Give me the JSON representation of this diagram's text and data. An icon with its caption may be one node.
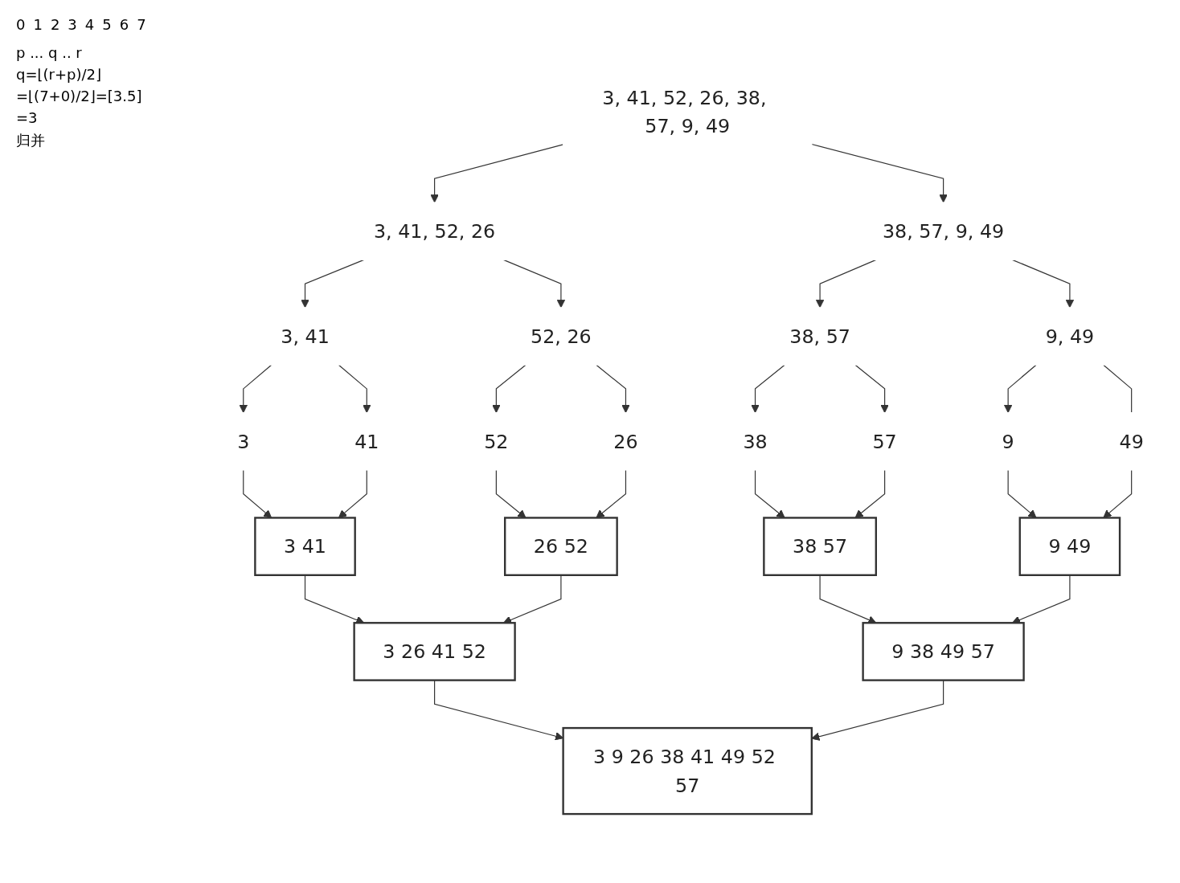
{
  "diagram": {
    "nodes": [
      {
        "text": [
          "3, 41, 52, 26, 38, 57, 9, 49"
        ]
      },
      {
        "text": [
          "3, 41, 52, 26"
        ]
      },
      {
        "text": [
          "38, 57, 9, 49"
        ]
      },
      {
        "text": [
          "3, 41"
        ]
      },
      {
        "text": [
          "52, 26"
        ]
      },
      {
        "text": [
          "38, 57"
        ]
      },
      {
        "text": [
          "9, 49"
        ]
      },
      {
        "text": [
          "3"
        ]
      },
      {
        "text": [
          "41"
        ]
      },
      {
        "text": [
          "52"
        ]
      },
      {
        "text": [
          "26"
        ]
      },
      {
        "text": [
          "38"
        ]
      },
      {
        "text": [
          "57"
        ]
      },
      {
        "text": [
          "9"
        ]
      },
      {
        "text": [
          "49"
        ]
      },
      {
        "text": [
          "3 41"
        ]
      },
      {
        "text": [
          "26 52"
        ]
      },
      {
        "text": [
          "38 57"
        ]
      },
      {
        "text": [
          "9 49"
        ]
      },
      {
        "text": [
          "3 26 41 52"
        ]
      },
      {
        "text": [
          "9 38 49 57"
        ]
      },
      {
        "text": [
          "3 9 26 38 41 49 52 57"
        ]
      }
    ],
    "edges": [
      {
        "from": 0,
        "to": 1,
        "arrow": "to"
      },
      {
        "from": 0,
        "to": 2,
        "arrow": "to"
      },
      {
        "from": 1,
        "to": 3,
        "arrow": "to"
      },
      {
        "from": 1,
        "to": 4,
        "arrow": "to"
      },
      {
        "from": 2,
        "to": 5,
        "arrow": "to"
      },
      {
        "from": 2,
        "to": 6,
        "arrow": "to"
      },
      {
        "from": 3,
        "to": 7,
        "arrow": "to"
      },
      {
        "from": 3,
        "to": 8,
        "arrow": "to"
      },
      {
        "from": 4,
        "to": 9,
        "arrow": "to"
      },
      {
        "from": 4,
        "to": 10,
        "arrow": "to"
      },
      {
        "from": 5,
        "to": 11,
        "arrow": "to"
      },
      {
        "from": 5,
        "to": 12,
        "arrow": "to"
      },
      {
        "from": 6,
        "to": 13,
        "arrow": "to"
      },
      {
        "from": 6,
        "to": 14,
        "arrow": "none"
      },
      {
        "from": 7,
        "to": 15,
        "arrow": "to"
      },
      {
        "from": 8,
        "to": 15,
        "arrow": "to"
      },
      {
        "from": 9,
        "to": 16,
        "arrow": "to"
      },
      {
        "from": 10,
        "to": 16,
        "arrow": "to"
      },
      {
        "from": 11,
        "to": 17,
        "arrow": "to"
      },
      {
        "from": 12,
        "to": 17,
        "arrow": "to"
      },
      {
        "from": 13,
        "to": 18,
        "arrow": "to"
      },
      {
        "from": 14,
        "to": 18,
        "arrow": "to"
      },
      {
        "from": 15,
        "to": 19,
        "arrow": "to"
      },
      {
        "from": 16,
        "to": 19,
        "arrow": "to"
      },
      {
        "from": 17,
        "to": 20,
        "arrow": "to"
      },
      {
        "from": 18,
        "to": 20,
        "arrow": "to"
      },
      {
        "from": 19,
        "to": 21,
        "arrow": "to"
      },
      {
        "from": 20,
        "to": 21,
        "arrow": "to"
      }
    ],
    "labels": [
      "0",
      "1",
      "2",
      "3",
      "4",
      "5",
      "6",
      "7",
      "p ... q .. r",
      "q=⌊(r+p)/2⌋",
      "=⌊(7+0)/2⌋=[3.5]",
      "=3",
      "归并"
    ]
  }
}
